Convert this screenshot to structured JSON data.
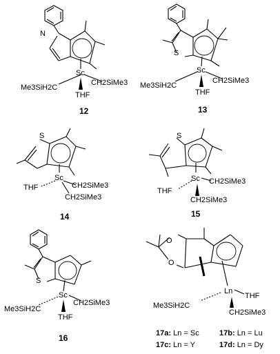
{
  "structures": [
    {
      "id": "compound-12",
      "number": "12",
      "heteroatom": "N",
      "metal": "Sc",
      "ligands": [
        "Me3SiH2C",
        "CH2SiMe3",
        "THF"
      ]
    },
    {
      "id": "compound-13",
      "number": "13",
      "heteroatom": "S",
      "metal": "Sc",
      "ligands": [
        "Me3SiH2C",
        "CH2SiMe3",
        "THF"
      ]
    },
    {
      "id": "compound-14",
      "number": "14",
      "heteroatom": "S",
      "metal": "Sc",
      "ligands": [
        "THF",
        "CH2SiMe3",
        "CH2SiMe3"
      ]
    },
    {
      "id": "compound-15",
      "number": "15",
      "heteroatom": "S",
      "metal": "Sc",
      "ligands": [
        "THF",
        "CH2SiMe3",
        "CH2SiMe3"
      ]
    },
    {
      "id": "compound-16",
      "number": "16",
      "heteroatom": "S",
      "metal": "Sc",
      "ligands": [
        "Me3SiH2C",
        "CH2SiMe3",
        "THF"
      ]
    },
    {
      "id": "compound-17",
      "metal": "Ln",
      "oxygens": [
        "O",
        "O"
      ],
      "ligands": [
        "Me3SiH2C",
        "THF",
        "CH2SiMe3"
      ],
      "variants": [
        {
          "id": "17a",
          "label": "17a:",
          "text": "Ln = Sc"
        },
        {
          "id": "17b",
          "label": "17b:",
          "text": "Ln = Lu"
        },
        {
          "id": "17c",
          "label": "17c:",
          "text": "Ln = Y"
        },
        {
          "id": "17d",
          "label": "17d:",
          "text": "Ln = Dy"
        }
      ]
    }
  ]
}
